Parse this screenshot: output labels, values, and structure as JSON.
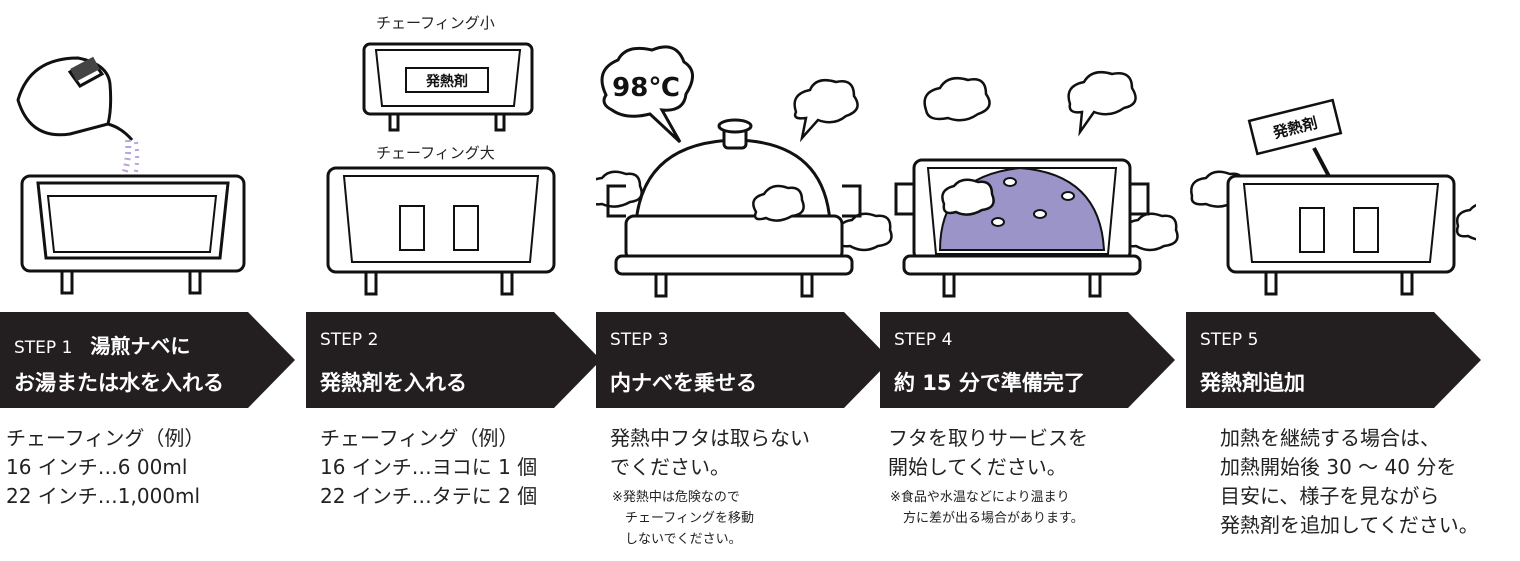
{
  "colors": {
    "banner": "#231f20",
    "text": "#222222",
    "steam_fill": "#ffffff",
    "food": "#9a94c9"
  },
  "steps": [
    {
      "step_label": "STEP 1",
      "title1": "湯煎ナベに",
      "title2": "お湯または水を入れる",
      "desc": [
        "チェーフィング（例）",
        "16 インチ…6 00ml",
        "22 インチ…1,000ml"
      ],
      "note": "",
      "illustration": "kettle-pouring-into-water-pan"
    },
    {
      "step_label": "STEP 2",
      "title1": "",
      "title2": "発熱剤を入れる",
      "desc": [
        "チェーフィング（例）",
        "16 インチ…ヨコに 1 個",
        "22 インチ…タテに 2 個"
      ],
      "note": "",
      "label_small": "チェーフィング小",
      "label_large": "チェーフィング大",
      "pack_label": "発熱剤",
      "illustration": "heating-packs-in-pan"
    },
    {
      "step_label": "STEP 3",
      "title1": "",
      "title2": "内ナベを乗せる",
      "desc": [
        "発熱中フタは取らない",
        "でください。"
      ],
      "note": "※発熱中は危険なので\n　チェーフィングを移動\n　しないでください。",
      "temperature": "98℃",
      "illustration": "covered-chafing-dish-steaming"
    },
    {
      "step_label": "STEP 4",
      "title1": "",
      "title2": "約 15 分で準備完了",
      "desc": [
        "フタを取りサービスを",
        "開始してください。"
      ],
      "note": "※食品や水温などにより温まり\n　方に差が出る場合があります。",
      "illustration": "open-chafing-dish-with-food"
    },
    {
      "step_label": "STEP 5",
      "title1": "",
      "title2": "発熱剤追加",
      "desc": [
        "加熱を継続する場合は、",
        "加熱開始後 30 ～ 40 分を",
        "目安に、様子を見ながら",
        "発熱剤を追加してください。"
      ],
      "note": "",
      "pack_label": "発熱剤",
      "illustration": "adding-heating-pack"
    }
  ]
}
